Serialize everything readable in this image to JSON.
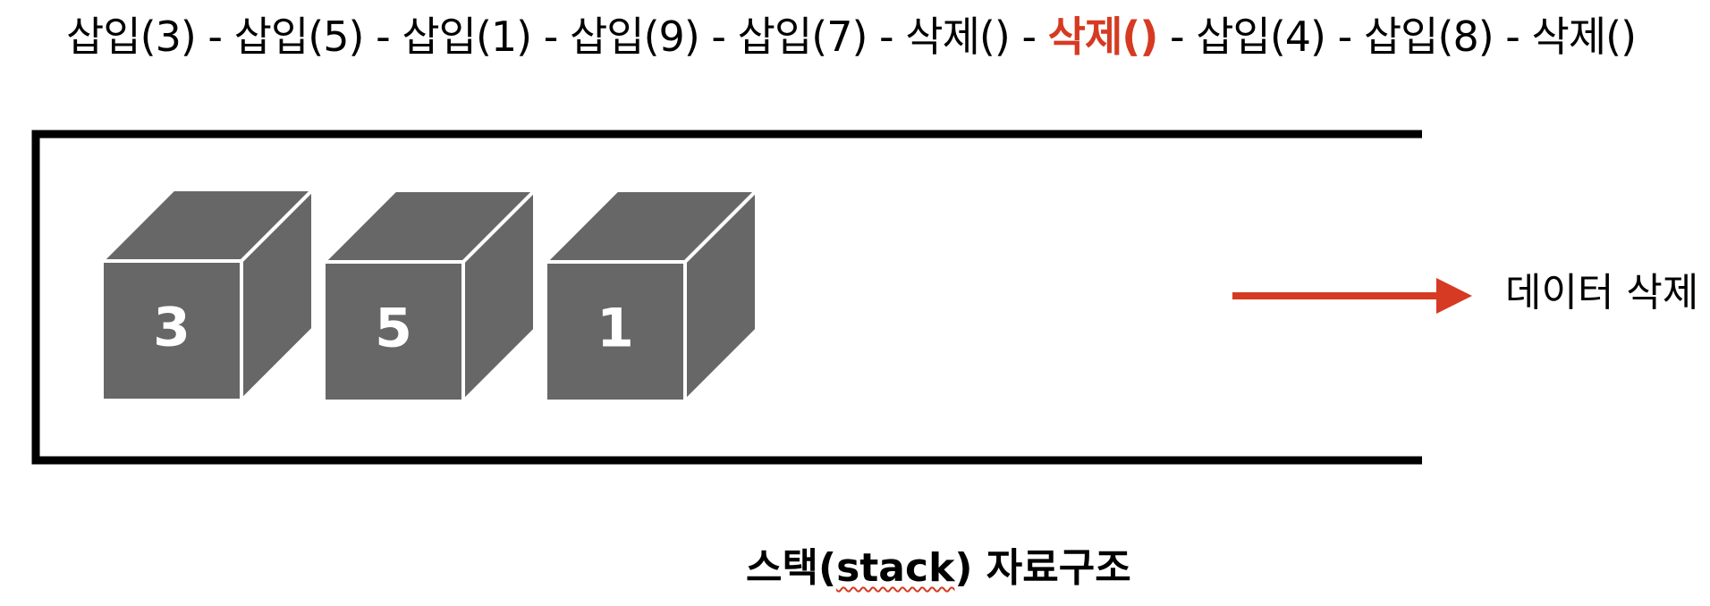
{
  "operations": [
    {
      "label": "삽입(3)",
      "active": false
    },
    {
      "label": "삽입(5)",
      "active": false
    },
    {
      "label": "삽입(1)",
      "active": false
    },
    {
      "label": "삽입(9)",
      "active": false
    },
    {
      "label": "삽입(7)",
      "active": false
    },
    {
      "label": "삭제()",
      "active": false
    },
    {
      "label": "삭제()",
      "active": true
    },
    {
      "label": "삽입(4)",
      "active": false
    },
    {
      "label": "삽입(8)",
      "active": false
    },
    {
      "label": "삭제()",
      "active": false
    }
  ],
  "separator": " - ",
  "stack": {
    "items": [
      "3",
      "5",
      "1"
    ]
  },
  "exit_label": "데이터 삭제",
  "caption": {
    "prefix": "스택(",
    "word": "stack",
    "suffix": ") 자료구조"
  },
  "colors": {
    "box_face": "#676767",
    "box_edge": "#ffffff",
    "container_stroke": "#000000",
    "arrow": "#d63a22",
    "active_text": "#d63a22"
  }
}
